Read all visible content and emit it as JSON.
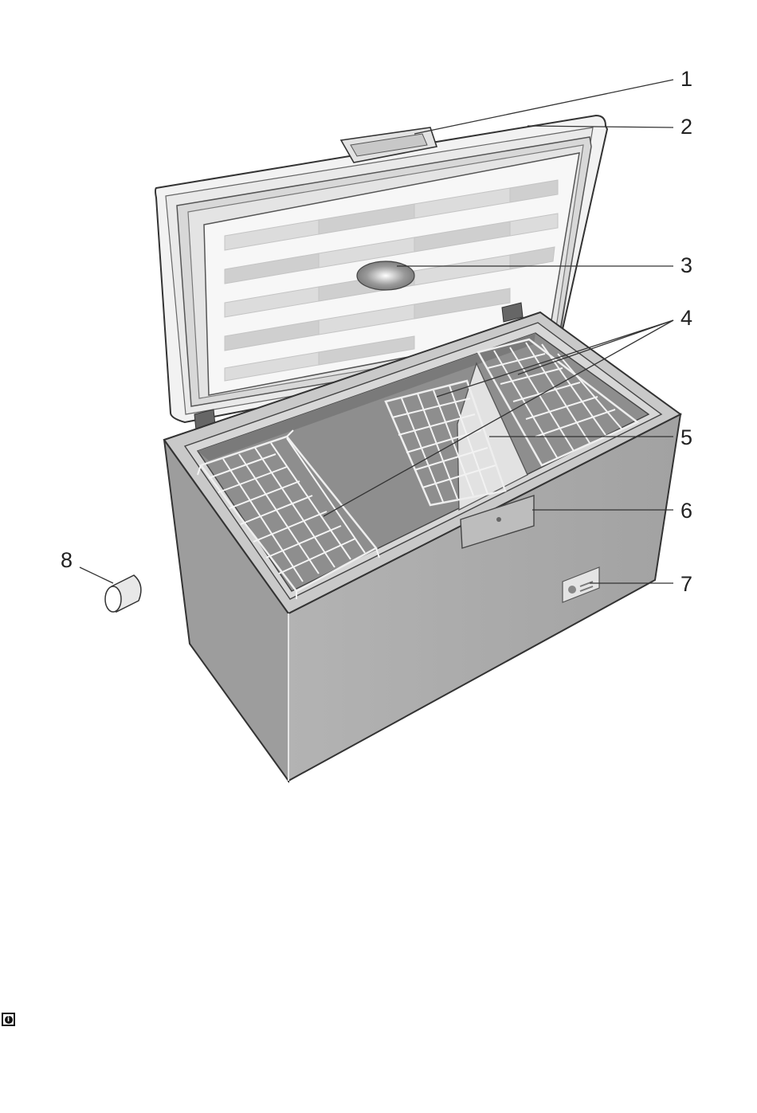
{
  "figure": {
    "subject": "chest-freezer",
    "callouts": [
      {
        "id": "1",
        "label": "1"
      },
      {
        "id": "2",
        "label": "2"
      },
      {
        "id": "3",
        "label": "3"
      },
      {
        "id": "4",
        "label": "4"
      },
      {
        "id": "5",
        "label": "5"
      },
      {
        "id": "6",
        "label": "6"
      },
      {
        "id": "7",
        "label": "7"
      },
      {
        "id": "8",
        "label": "8"
      }
    ]
  },
  "footer": {
    "icon": "info-icon",
    "icon_glyph": "i"
  },
  "colors": {
    "body_gray": "#a9a9a9",
    "interior_gray": "#8e8e8e",
    "lid_white": "#f2f2f2",
    "outline": "#333333"
  }
}
